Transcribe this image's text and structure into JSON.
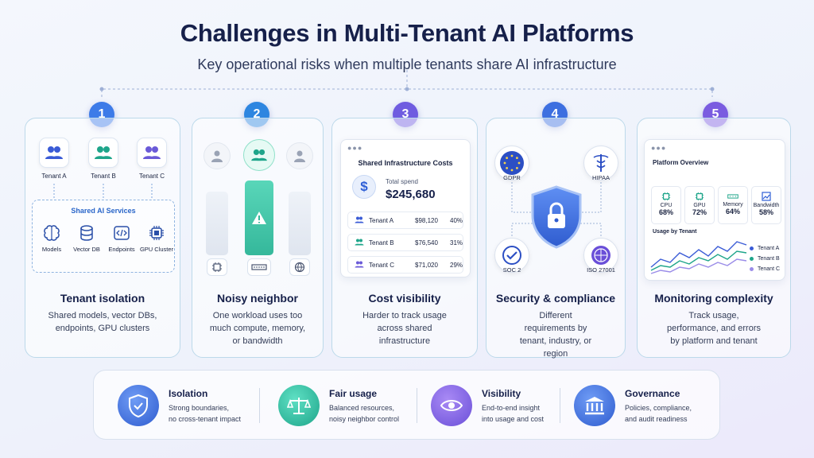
{
  "header": {
    "title": "Challenges in Multi-Tenant AI Platforms",
    "subtitle": "Key operational risks when multiple tenants share AI infrastructure"
  },
  "cards": [
    {
      "number": "1",
      "title": "Tenant isolation",
      "desc": "Shared models, vector DBs, endpoints, GPU clusters",
      "tenants": [
        "Tenant A",
        "Tenant B",
        "Tenant C"
      ],
      "services_title": "Shared AI Services",
      "services": [
        "Models",
        "Vector DB",
        "Endpoints",
        "GPU Cluster"
      ]
    },
    {
      "number": "2",
      "title": "Noisy neighbor",
      "desc": "One workload uses too much compute, memory, or bandwidth"
    },
    {
      "number": "3",
      "title": "Cost visibility",
      "desc": "Harder to track usage across shared infrastructure",
      "panel": {
        "title": "Shared Infrastructure Costs",
        "total_label": "Total spend",
        "total_value": "$245,680",
        "rows": [
          {
            "tenant": "Tenant A",
            "cost": "$98,120",
            "pct": "40%"
          },
          {
            "tenant": "Tenant B",
            "cost": "$76,540",
            "pct": "31%"
          },
          {
            "tenant": "Tenant C",
            "cost": "$71,020",
            "pct": "29%"
          }
        ]
      }
    },
    {
      "number": "4",
      "title": "Security & compliance",
      "desc": "Different requirements by tenant, industry, or region",
      "badges": [
        "GDPR",
        "HIPAA",
        "SOC 2",
        "ISO 27001"
      ]
    },
    {
      "number": "5",
      "title": "Monitoring complexity",
      "desc": "Track usage, performance, and errors by platform and tenant",
      "panel": {
        "title": "Platform Overview",
        "metrics": [
          {
            "label": "CPU",
            "value": "68%"
          },
          {
            "label": "GPU",
            "value": "72%"
          },
          {
            "label": "Memory",
            "value": "64%"
          },
          {
            "label": "Bandwidth",
            "value": "58%"
          }
        ],
        "usage_title": "Usage by Tenant",
        "legend": [
          "Tenant A",
          "Tenant B",
          "Tenant C"
        ]
      }
    }
  ],
  "features": [
    {
      "title": "Isolation",
      "desc1": "Strong boundaries,",
      "desc2": "no cross-tenant impact"
    },
    {
      "title": "Fair usage",
      "desc1": "Balanced resources,",
      "desc2": "noisy neighbor control"
    },
    {
      "title": "Visibility",
      "desc1": "End-to-end insight",
      "desc2": "into usage and cost"
    },
    {
      "title": "Governance",
      "desc1": "Policies, compliance,",
      "desc2": "and audit readiness"
    }
  ],
  "colors": {
    "num1": "#3d7be8",
    "num2": "#2e86e0",
    "num3": "#6f5ce0",
    "num4": "#3d6fe0",
    "num5": "#7a5ce0",
    "tenant_a": "#3a5bd6",
    "tenant_b": "#1ea58a",
    "tenant_c": "#6a5ad8",
    "noisy": "#40c9ae",
    "shield": "#3f6fe0"
  },
  "icons": [
    "users-icon",
    "brain-icon",
    "database-icon",
    "code-icon",
    "chip-icon",
    "warning-icon",
    "dollar-icon",
    "shield-lock-icon",
    "eye-icon",
    "scales-icon",
    "bank-icon"
  ]
}
